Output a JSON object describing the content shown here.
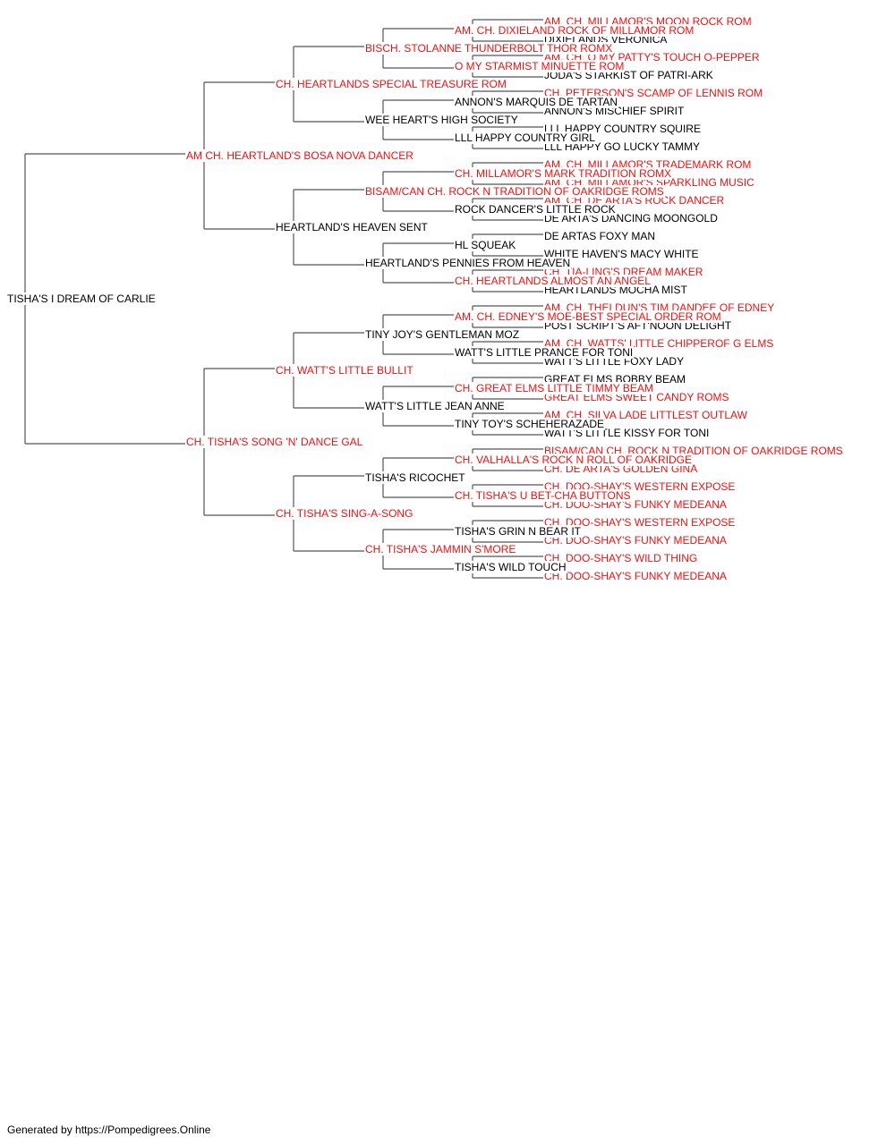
{
  "colors": {
    "champion": "#ee1111",
    "normal": "#000000",
    "connector": "#555555"
  },
  "pedigree": {
    "name": "TISHA'S I DREAM OF CARLIE",
    "ch": false,
    "sire": {
      "name": "AM CH. HEARTLAND'S BOSA NOVA DANCER",
      "ch": true,
      "sire": {
        "name": "CH. HEARTLANDS SPECIAL TREASURE ROM",
        "ch": true,
        "sire": {
          "name": "BISCH. STOLANNE THUNDERBOLT THOR ROMX",
          "ch": true,
          "sire": {
            "name": "AM. CH. DIXIELAND ROCK OF MILLAMOR ROM",
            "ch": true,
            "sire": {
              "name": "AM. CH. MILLAMOR'S MOON ROCK ROM",
              "ch": true
            },
            "dam": {
              "name": "DIXIELANDS VERONICA",
              "ch": false
            }
          },
          "dam": {
            "name": "O MY STARMIST MINUETTE ROM",
            "ch": true,
            "sire": {
              "name": "AM. CH. O MY PATTY'S TOUCH O-PEPPER",
              "ch": true
            },
            "dam": {
              "name": "JODA'S STARKIST OF PATRI-ARK",
              "ch": false
            }
          }
        },
        "dam": {
          "name": "WEE HEART'S HIGH SOCIETY",
          "ch": false,
          "sire": {
            "name": "ANNON'S MARQUIS DE TARTAN",
            "ch": false,
            "sire": {
              "name": "CH. PETERSON'S SCAMP OF LENNIS ROM",
              "ch": true
            },
            "dam": {
              "name": "ANNON'S MISCHIEF SPIRIT",
              "ch": false
            }
          },
          "dam": {
            "name": "LLL HAPPY COUNTRY GIRL",
            "ch": false,
            "sire": {
              "name": "LLL HAPPY COUNTRY SQUIRE",
              "ch": false
            },
            "dam": {
              "name": "LLL HAPPY GO LUCKY TAMMY",
              "ch": false
            }
          }
        }
      },
      "dam": {
        "name": "HEARTLAND'S HEAVEN SENT",
        "ch": false,
        "sire": {
          "name": "BISAM/CAN CH. ROCK N TRADITION OF OAKRIDGE ROMS",
          "ch": true,
          "sire": {
            "name": "CH. MILLAMOR'S MARK TRADITION ROMX",
            "ch": true,
            "sire": {
              "name": "AM. CH. MILLAMOR'S TRADEMARK ROM",
              "ch": true
            },
            "dam": {
              "name": "AM. CH. MILLAMOR'S SPARKLING MUSIC",
              "ch": true
            }
          },
          "dam": {
            "name": "ROCK DANCER'S LITTLE ROCK",
            "ch": false,
            "sire": {
              "name": "AM. CH. DE ARTA'S ROCK DANCER",
              "ch": true
            },
            "dam": {
              "name": "DE ARTA'S DANCING MOONGOLD",
              "ch": false
            }
          }
        },
        "dam": {
          "name": "HEARTLAND'S PENNIES FROM HEAVEN",
          "ch": false,
          "sire": {
            "name": "HL SQUEAK",
            "ch": false,
            "sire": {
              "name": "DE ARTAS FOXY MAN",
              "ch": false
            },
            "dam": {
              "name": "WHITE HAVEN'S MACY WHITE",
              "ch": false
            }
          },
          "dam": {
            "name": "CH. HEARTLANDS ALMOST AN ANGEL",
            "ch": true,
            "sire": {
              "name": "CH. TIA-LING'S DREAM MAKER",
              "ch": true
            },
            "dam": {
              "name": "HEARTLANDS MOCHA MIST",
              "ch": false
            }
          }
        }
      }
    },
    "dam": {
      "name": "CH. TISHA'S SONG 'N' DANCE GAL",
      "ch": true,
      "sire": {
        "name": "CH. WATT'S LITTLE BULLIT",
        "ch": true,
        "sire": {
          "name": "TINY JOY'S GENTLEMAN MOZ",
          "ch": false,
          "sire": {
            "name": "AM. CH. EDNEY'S MOE-BEST SPECIAL ORDER ROM",
            "ch": true,
            "sire": {
              "name": "AM. CH. THELDUN'S TIM DANDEE OF EDNEY",
              "ch": true
            },
            "dam": {
              "name": "POST SCRIPT'S AFT'NOON DELIGHT",
              "ch": false
            }
          },
          "dam": {
            "name": "WATT'S LITTLE PRANCE FOR TONI",
            "ch": false,
            "sire": {
              "name": "AM. CH. WATTS' LITTLE CHIPPEROF G ELMS",
              "ch": true
            },
            "dam": {
              "name": "WATT'S LITTLE FOXY LADY",
              "ch": false
            }
          }
        },
        "dam": {
          "name": "WATT'S LITTLE JEAN ANNE",
          "ch": false,
          "sire": {
            "name": "CH. GREAT ELMS LITTLE TIMMY BEAM",
            "ch": true,
            "sire": {
              "name": "GREAT ELMS BOBBY BEAM",
              "ch": false
            },
            "dam": {
              "name": "GREAT ELMS SWEET CANDY ROMS",
              "ch": true
            }
          },
          "dam": {
            "name": "TINY TOY'S SCHEHERAZADE",
            "ch": false,
            "sire": {
              "name": "AM. CH. SILVA LADE LITTLEST OUTLAW",
              "ch": true
            },
            "dam": {
              "name": "WATT'S LITTLE KISSY FOR TONI",
              "ch": false
            }
          }
        }
      },
      "dam": {
        "name": "CH. TISHA'S SING-A-SONG",
        "ch": true,
        "sire": {
          "name": "TISHA'S RICOCHET",
          "ch": false,
          "sire": {
            "name": "CH. VALHALLA'S ROCK N ROLL OF OAKRIDGE",
            "ch": true,
            "sire": {
              "name": "BISAM/CAN CH. ROCK N TRADITION OF OAKRIDGE ROMS",
              "ch": true
            },
            "dam": {
              "name": "CH. DE ARTA'S GOLDEN GINA",
              "ch": true
            }
          },
          "dam": {
            "name": "CH. TISHA'S U BET-CHA BUTTONS",
            "ch": true,
            "sire": {
              "name": "CH. DOO-SHAY'S WESTERN EXPOSE",
              "ch": true
            },
            "dam": {
              "name": "CH. DOO-SHAY'S FUNKY MEDEANA",
              "ch": true
            }
          }
        },
        "dam": {
          "name": "CH. TISHA'S JAMMIN S'MORE",
          "ch": true,
          "sire": {
            "name": "TISHA'S GRIN N BEAR IT",
            "ch": false,
            "sire": {
              "name": "CH. DOO-SHAY'S WESTERN EXPOSE",
              "ch": true
            },
            "dam": {
              "name": "CH. DOO-SHAY'S FUNKY MEDEANA",
              "ch": true
            }
          },
          "dam": {
            "name": "TISHA'S WILD TOUCH",
            "ch": false,
            "sire": {
              "name": "CH. DOO-SHAY'S WILD THING",
              "ch": true
            },
            "dam": {
              "name": "CH. DOO-SHAY'S FUNKY MEDEANA",
              "ch": true
            }
          }
        }
      }
    }
  },
  "footer": {
    "text": "Generated by https://Pompedigrees.Online"
  }
}
